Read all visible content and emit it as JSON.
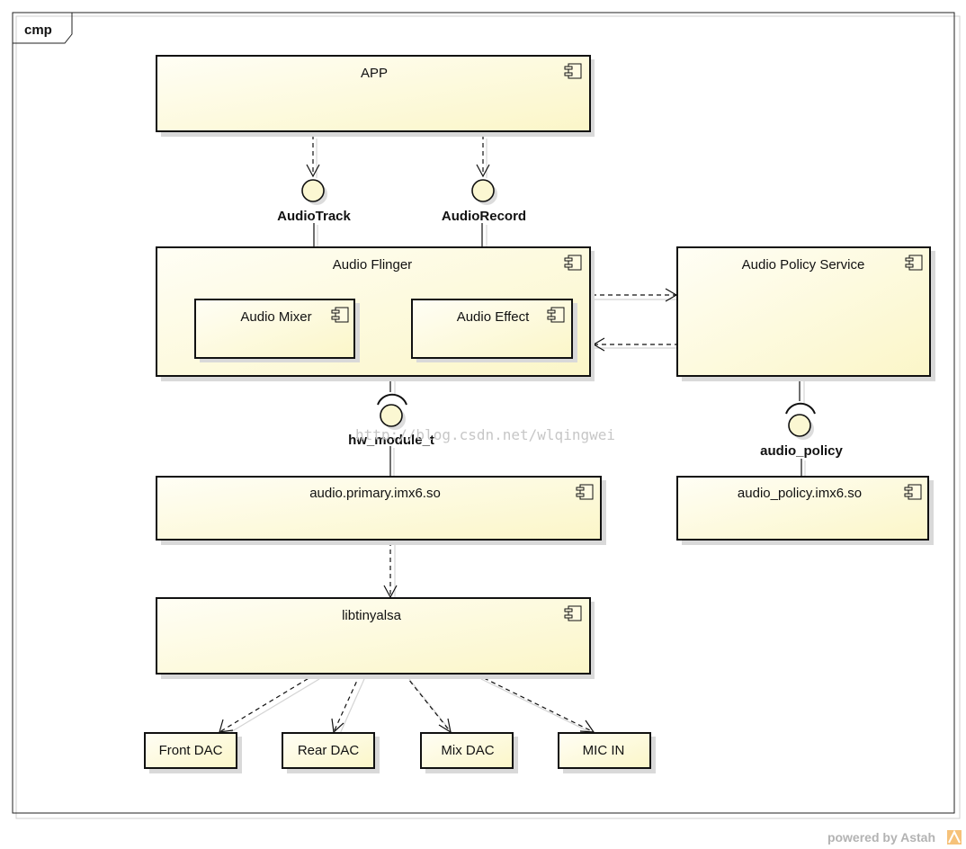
{
  "frame": {
    "tab_label": "cmp"
  },
  "components": [
    {
      "id": "app",
      "label": "APP"
    },
    {
      "id": "audio_flinger",
      "label": "Audio Flinger"
    },
    {
      "id": "audio_mixer",
      "label": "Audio Mixer"
    },
    {
      "id": "audio_effect",
      "label": "Audio Effect"
    },
    {
      "id": "audio_policy_service",
      "label": "Audio Policy Service"
    },
    {
      "id": "audio_primary",
      "label": "audio.primary.imx6.so"
    },
    {
      "id": "audio_policy_so",
      "label": "audio_policy.imx6.so"
    },
    {
      "id": "libtinyalsa",
      "label": "libtinyalsa"
    },
    {
      "id": "front_dac",
      "label": "Front DAC"
    },
    {
      "id": "rear_dac",
      "label": "Rear DAC"
    },
    {
      "id": "mix_dac",
      "label": "Mix DAC"
    },
    {
      "id": "mic_in",
      "label": "MIC IN"
    }
  ],
  "interfaces": [
    {
      "id": "audiotrack",
      "label": "AudioTrack"
    },
    {
      "id": "audiorecord",
      "label": "AudioRecord"
    },
    {
      "id": "hw_module_t",
      "label": "hw_module_t"
    },
    {
      "id": "audio_policy",
      "label": "audio_policy"
    }
  ],
  "watermark": "http://blog.csdn.net/wlqingwei",
  "footer": {
    "powered_by": "powered by Astah"
  },
  "colors": {
    "component_fill_light": "#fffef5",
    "component_fill_dark": "#fbf6c8",
    "line": "#111111"
  }
}
